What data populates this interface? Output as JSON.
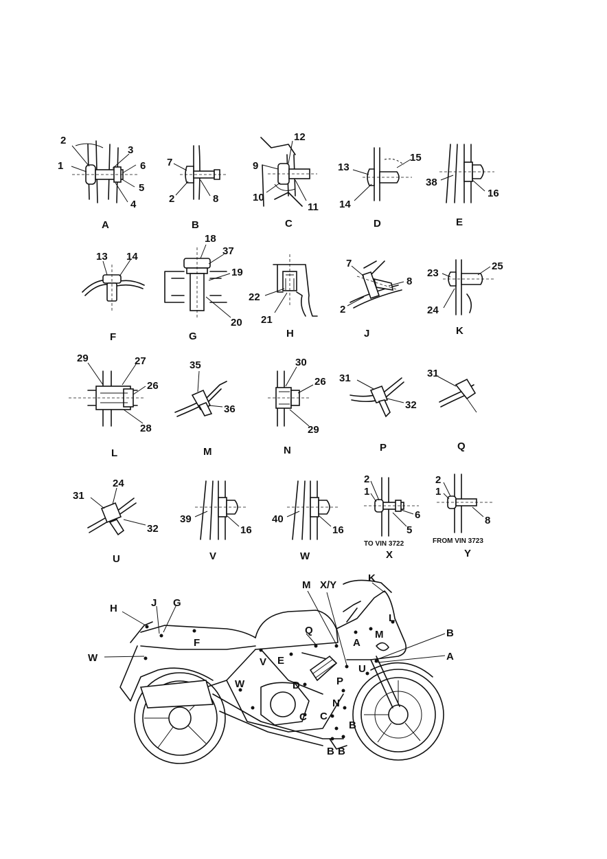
{
  "details": [
    {
      "letter": "A",
      "callouts": [
        "1",
        "2",
        "3",
        "4",
        "5",
        "6"
      ]
    },
    {
      "letter": "B",
      "callouts": [
        "7",
        "2",
        "8"
      ]
    },
    {
      "letter": "C",
      "callouts": [
        "12",
        "9",
        "10",
        "11"
      ]
    },
    {
      "letter": "D",
      "callouts": [
        "13",
        "15",
        "14"
      ]
    },
    {
      "letter": "E",
      "callouts": [
        "38",
        "16"
      ]
    },
    {
      "letter": "F",
      "callouts": [
        "13",
        "14"
      ]
    },
    {
      "letter": "G",
      "callouts": [
        "18",
        "37",
        "19",
        "20"
      ]
    },
    {
      "letter": "H",
      "callouts": [
        "22",
        "21"
      ]
    },
    {
      "letter": "J",
      "callouts": [
        "7",
        "8",
        "2"
      ]
    },
    {
      "letter": "K",
      "callouts": [
        "23",
        "25",
        "24"
      ]
    },
    {
      "letter": "L",
      "callouts": [
        "29",
        "27",
        "26",
        "28"
      ]
    },
    {
      "letter": "M",
      "callouts": [
        "35",
        "36"
      ]
    },
    {
      "letter": "N",
      "callouts": [
        "30",
        "26",
        "29"
      ]
    },
    {
      "letter": "P",
      "callouts": [
        "31",
        "32"
      ]
    },
    {
      "letter": "Q",
      "callouts": [
        "31"
      ]
    },
    {
      "letter": "U",
      "callouts": [
        "31",
        "24",
        "32"
      ]
    },
    {
      "letter": "V",
      "callouts": [
        "39",
        "16"
      ]
    },
    {
      "letter": "W",
      "callouts": [
        "40",
        "16"
      ]
    },
    {
      "letter": "X",
      "callouts": [
        "2",
        "1",
        "6",
        "5"
      ],
      "note": "TO VIN 3722"
    },
    {
      "letter": "Y",
      "callouts": [
        "2",
        "1",
        "8"
      ],
      "note": "FROM VIN 3723"
    }
  ],
  "bike_labels": [
    "H",
    "J",
    "G",
    "F",
    "W",
    "V",
    "E",
    "Q",
    "M",
    "X/Y",
    "K",
    "L",
    "M",
    "B",
    "A",
    "A",
    "U",
    "D",
    "W",
    "P",
    "N",
    "C",
    "C",
    "B",
    "B",
    "B"
  ]
}
